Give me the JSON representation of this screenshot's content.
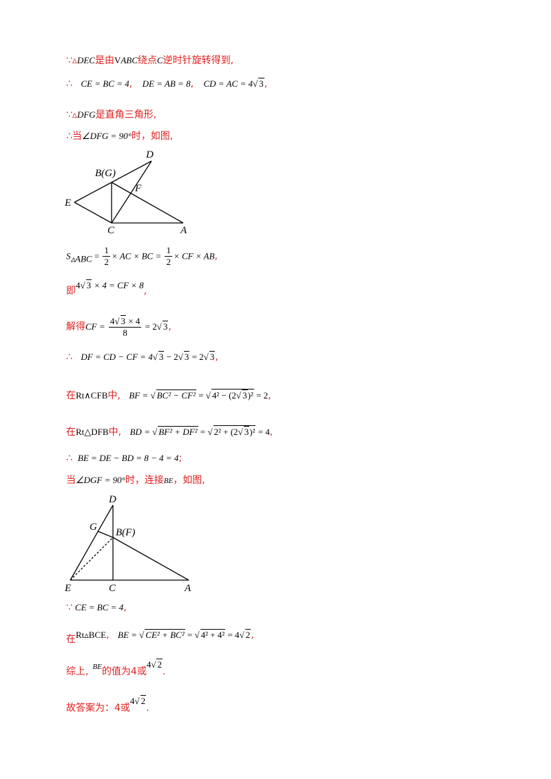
{
  "lines": {
    "l1": {
      "because": "∵",
      "tri": "▵",
      "dec": "DEC",
      "t1": "是由",
      "v": "V",
      "abc": "ABC",
      "t2": "绕点",
      "c": "C",
      "t3": "逆时针旋转得到,"
    },
    "l2": {
      "therefore": "∴",
      "e1": "CE = BC = 4",
      "comma1": ",",
      "e2": "DE = AB = 8",
      "comma2": ",",
      "e3": "CD = AC = 4",
      "r3": "3",
      "comma3": ","
    },
    "l3": {
      "because": "∵",
      "tri": "▵",
      "dfg": "DFG",
      "t1": "是直角三角形,"
    },
    "l4": {
      "therefore": "∴",
      "t1": "当",
      "e1": "∠DFG = 90°",
      "t2": "时，如图,"
    },
    "l5": {
      "s": "S",
      "sub": "▵ABC",
      "eq": " = ",
      "n1": "1",
      "d1": "2",
      "mid": "× AC × BC = ",
      "n2": "1",
      "d2": "2",
      "end": "× CF × AB",
      "comma": ","
    },
    "l6": {
      "t1": "即",
      "e1a": "4",
      "r": "3",
      "e1b": " × 4 = CF × 8",
      "comma": ","
    },
    "l7": {
      "t1": "解得",
      "lhs": "CF = ",
      "na": "4",
      "nr": "3",
      "nb": " × 4",
      "den": "8",
      "rhs": " = 2",
      "rr": "3",
      "comma": ","
    },
    "l8": {
      "therefore": "∴",
      "e1": "DF = CD − CF = 4",
      "r1": "3",
      "e2": " − 2",
      "r2": "3",
      "e3": " = 2",
      "r3": "3",
      "comma": ","
    },
    "l9": {
      "t1": "在",
      "rt": "Rt∧CFB",
      "t2": "中,",
      "e1": "BF = ",
      "r1": "BC² − CF²",
      "e2": " = ",
      "r2a": "4² − (2",
      "r2b": "3",
      "r2c": ")²",
      "e3": " = 2",
      "comma": ","
    },
    "l10": {
      "t1": "在",
      "rt": "Rt△DFB",
      "t2": "中,",
      "e1": "BD = ",
      "r1": "BF² + DF²",
      "e2": " = ",
      "r2a": "2² + (2",
      "r2b": "3",
      "r2c": ")²",
      "e3": " = 4",
      "comma": ","
    },
    "l11": {
      "therefore": "∴",
      "e1": "BE = DE − BD = 8 − 4 = 4",
      "semi": ";"
    },
    "l12": {
      "t1": "当",
      "e1": "∠DGF = 90°",
      "t2": "时，连接",
      "be": "BE",
      "t3": "，如图,"
    },
    "l13": {
      "because": "∵",
      "e1": "CE = BC = 4",
      "comma": ","
    },
    "l14": {
      "t1": "在",
      "rt": "Rt▵BCE",
      "comma1": ",",
      "e1": "BE = ",
      "r1": "CE² + BC²",
      "e2": " = ",
      "r2": "4² + 4²",
      "e3": " = 4",
      "r3": "2",
      "comma2": ","
    },
    "l15": {
      "t1": "综上,",
      "be": "BE",
      "t2": "的值为",
      "v1": "4",
      "t3": "或",
      "v2": "4",
      "r": "2",
      "dot": "."
    },
    "l16": {
      "t1": "故答案为：",
      "v1": "4",
      "t2": "或",
      "v2": "4",
      "r": "2",
      "dot": "."
    }
  },
  "figure1": {
    "labels": {
      "d": "D",
      "bg": "B(G)",
      "f": "F",
      "e": "E",
      "c": "C",
      "a": "A"
    }
  },
  "figure2": {
    "labels": {
      "d": "D",
      "g": "G",
      "bf": "B(F)",
      "e": "E",
      "c": "C",
      "a": "A"
    }
  }
}
